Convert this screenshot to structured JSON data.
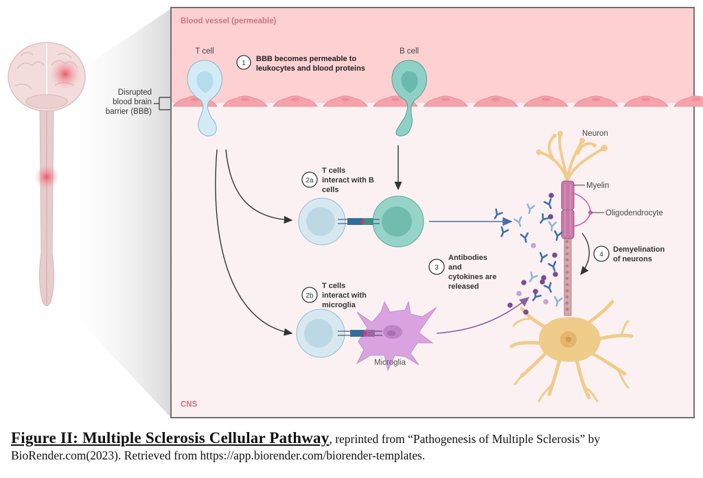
{
  "figure": {
    "regions": {
      "blood_vessel": "Blood vessel (permeable)",
      "cns": "CNS"
    },
    "side_label": [
      "Disrupted",
      "blood brain",
      "barrier (BBB)"
    ],
    "cell_labels": {
      "t_cell": "T cell",
      "b_cell": "B cell",
      "neuron": "Neuron",
      "myelin": "Myelin",
      "oligodendrocyte": "Oligodendrocyte",
      "microglia": "Microglia"
    },
    "steps": [
      {
        "badge": "1",
        "lines": [
          "BBB becomes permeable to",
          "leukocytes and blood proteins"
        ]
      },
      {
        "badge": "2a",
        "lines": [
          "T cells",
          "interact with B",
          "cells"
        ]
      },
      {
        "badge": "2b",
        "lines": [
          "T cells",
          "interact with",
          "microglia"
        ]
      },
      {
        "badge": "3",
        "lines": [
          "Antibodies",
          "and",
          "cytokines are",
          "released"
        ]
      },
      {
        "badge": "4",
        "lines": [
          "Demyelination",
          "of neurons"
        ]
      }
    ],
    "colors": {
      "vessel_bg": "#fdd0d2",
      "cns_bg": "#fbf1f3",
      "endothelial": "#f5a2ab",
      "t_cell": "#cfe6f2",
      "b_cell": "#8fd0c6",
      "microglia": "#d7a3de",
      "neuron": "#f0cc8a",
      "myelin": "#c879a8",
      "antibody": "#3f6fae",
      "cytokine": "#7a4a92",
      "region_label": "#c8777c"
    }
  },
  "caption": {
    "title": "Figure II: Multiple Sclerosis Cellular Pathway",
    "rest": ", reprinted from “Pathogenesis of Multiple Sclerosis” by BioRender.com(2023). Retrieved from https://app.biorender.com/biorender-templates."
  }
}
